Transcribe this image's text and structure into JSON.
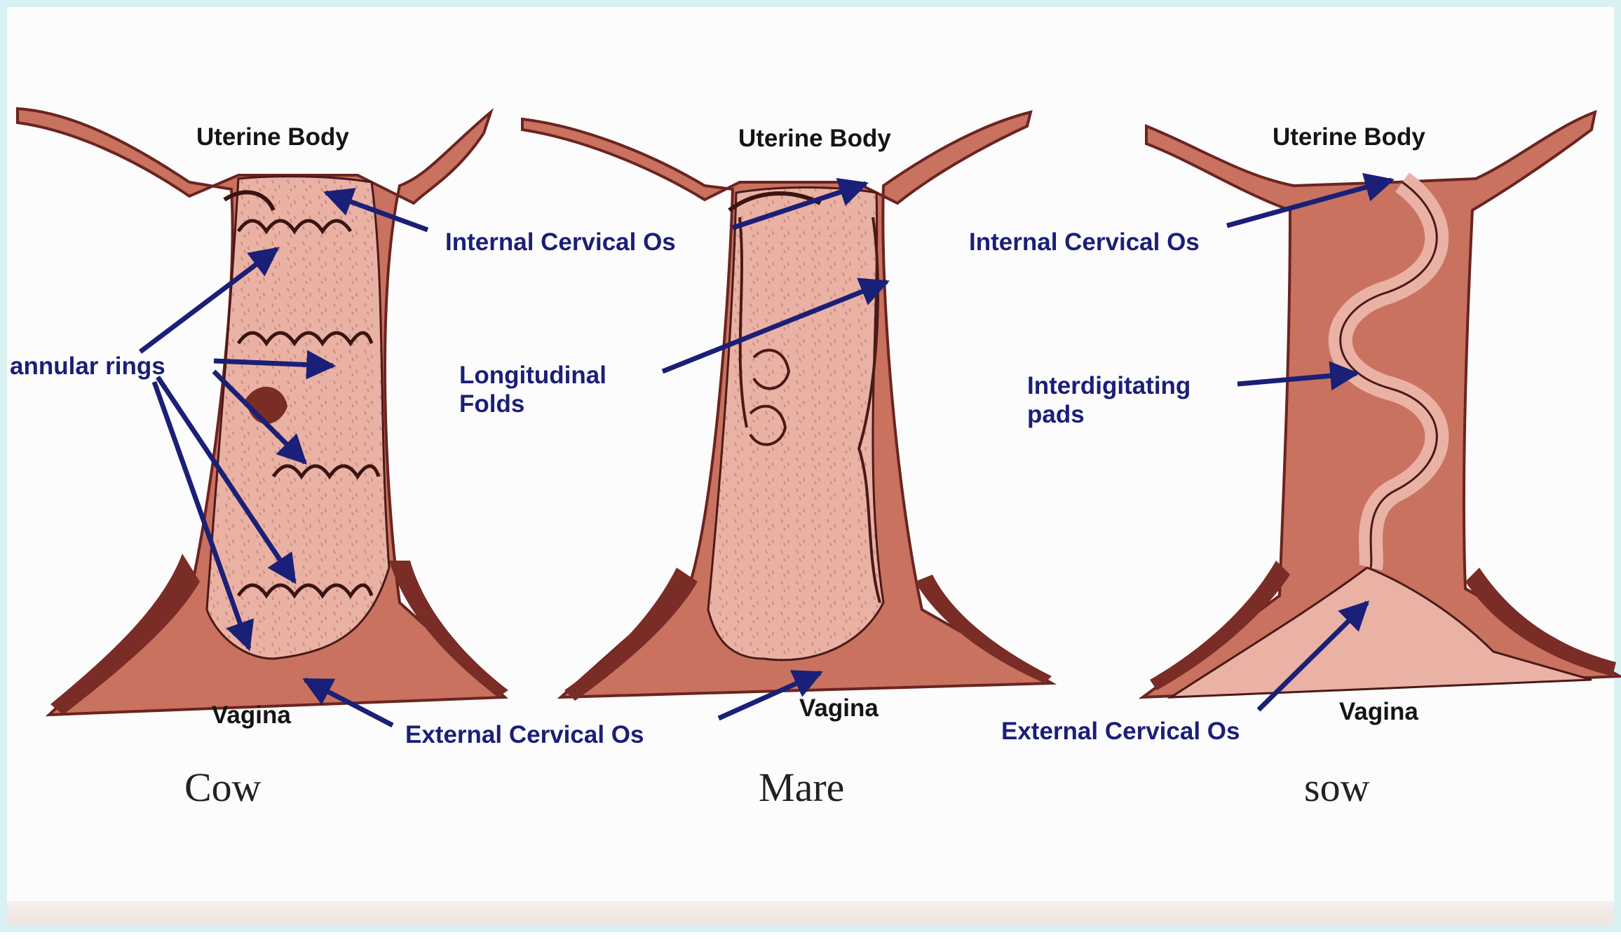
{
  "colors": {
    "tissue": "#c8725f",
    "tissue_dark": "#8c3a32",
    "wall_shadow": "#7a2c26",
    "lumen": "#e9aea0",
    "lumen_light": "#f2c8bc",
    "fold_line": "#4a1a18",
    "arrow": "#1a1f77",
    "label": "#1a1f77"
  },
  "panels": {
    "cow": {
      "species": "Cow",
      "uterine_body": "Uterine Body",
      "internal_os": "Internal Cervical Os",
      "annular_rings": "annular rings",
      "vagina": "Vagina"
    },
    "mare": {
      "species": "Mare",
      "uterine_body": "Uterine Body",
      "longitudinal_1": "Longitudinal",
      "longitudinal_2": "Folds",
      "vagina": "Vagina",
      "external_os": "External Cervical Os"
    },
    "sow": {
      "species": "sow",
      "uterine_body": "Uterine Body",
      "internal_os": "Internal Cervical Os",
      "interdigitating_1": "Interdigitating",
      "interdigitating_2": "pads",
      "vagina": "Vagina",
      "external_os": "External Cervical Os"
    }
  }
}
